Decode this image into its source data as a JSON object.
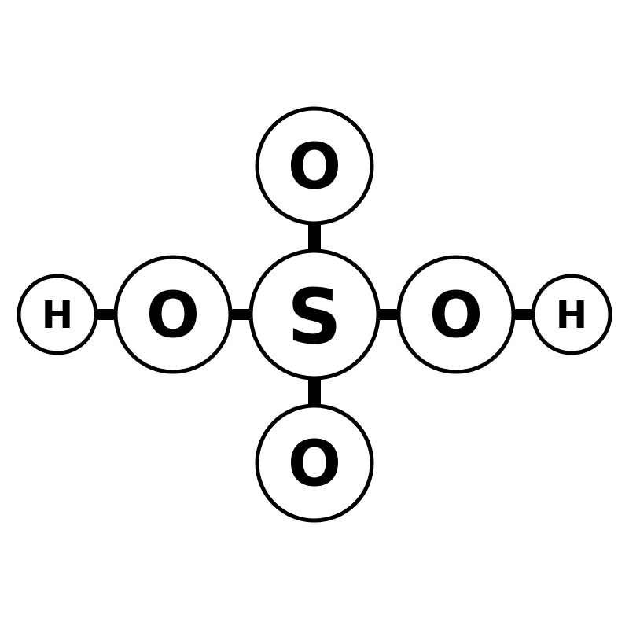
{
  "molecule": {
    "atoms": [
      {
        "id": "s",
        "label": "S"
      },
      {
        "id": "o-top",
        "label": "O"
      },
      {
        "id": "o-bottom",
        "label": "O"
      },
      {
        "id": "o-left",
        "label": "O"
      },
      {
        "id": "o-right",
        "label": "O"
      },
      {
        "id": "h-left",
        "label": "H"
      },
      {
        "id": "h-right",
        "label": "H"
      }
    ],
    "bonds": [
      [
        "s",
        "o-top"
      ],
      [
        "s",
        "o-bottom"
      ],
      [
        "s",
        "o-left"
      ],
      [
        "s",
        "o-right"
      ],
      [
        "o-left",
        "h-left"
      ],
      [
        "o-right",
        "h-right"
      ]
    ]
  },
  "colors": {
    "stroke": "#000000",
    "fill": "#ffffff",
    "background": "#ffffff"
  }
}
